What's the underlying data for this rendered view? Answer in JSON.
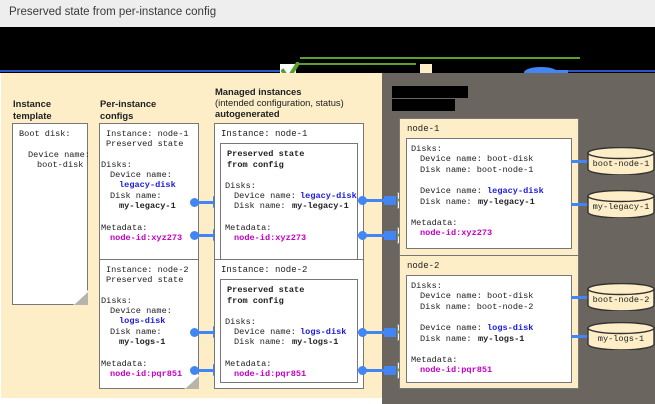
{
  "page": {
    "title": "Preserved state from per-instance config"
  },
  "legend": {
    "note": "legend labels are redacted (black bars) in the source image",
    "items": [
      {
        "marker": "green-check-icon",
        "label": ""
      },
      {
        "marker": "cream-swatch-icon",
        "label": ""
      },
      {
        "marker": "blue-disk-icon",
        "label": ""
      }
    ]
  },
  "columns": [
    {
      "id": "instance-template",
      "heading": "Instance\ntemplate",
      "redacted": false
    },
    {
      "id": "per-instance-configs",
      "heading": "Per-instance\nconfigs",
      "redacted": false
    },
    {
      "id": "managed-instances",
      "heading": "Managed instances",
      "sub": "(intended configuration, status)",
      "heading2": "autogenerated",
      "redacted": false
    },
    {
      "id": "running-instances",
      "heading": "                             ",
      "sub": "                        ",
      "redacted": true
    }
  ],
  "instance_template": {
    "line1": "Boot disk:",
    "line2": "Device name:",
    "line3": "boot-disk"
  },
  "per_instance_configs": [
    {
      "instance": "Instance: node-1",
      "preserved": "Preserved state",
      "disks_label": "Disks:",
      "device_name_label": "Device name:",
      "device_name_value": "legacy-disk",
      "disk_name_label": "Disk name:",
      "disk_name_value": "my-legacy-1",
      "metadata_label": "Metadata:",
      "metadata_value": "node-id:xyz273"
    },
    {
      "instance": "Instance: node-2",
      "preserved": "Preserved state",
      "disks_label": "Disks:",
      "device_name_label": "Device name:",
      "device_name_value": "logs-disk",
      "disk_name_label": "Disk name:",
      "disk_name_value": "my-logs-1",
      "metadata_label": "Metadata:",
      "metadata_value": "node-id:pqr851"
    }
  ],
  "managed_instances": [
    {
      "instance": "Instance: node-1",
      "preserved_l1": "Preserved state",
      "preserved_l2": "from config",
      "disks_label": "Disks:",
      "device_name_label": "Device name:",
      "device_name_value": "legacy-disk",
      "disk_name_label": "Disk name:",
      "disk_name_value": "my-legacy-1",
      "metadata_label": "Metadata:",
      "metadata_value": "node-id:xyz273"
    },
    {
      "instance": "Instance: node-2",
      "preserved_l1": "Preserved state",
      "preserved_l2": "from config",
      "disks_label": "Disks:",
      "device_name_label": "Device name:",
      "device_name_value": "logs-disk",
      "disk_name_label": "Disk name:",
      "disk_name_value": "my-logs-1",
      "metadata_label": "Metadata:",
      "metadata_value": "node-id:pqr851"
    }
  ],
  "running_instances": [
    {
      "node": "node-1",
      "disks_label": "Disks:",
      "boot_device_name": "Device name: boot-disk",
      "boot_disk_name": "Disk name: boot-node-1",
      "extra_device_name_label": "Device name:",
      "extra_device_name_value": "legacy-disk",
      "extra_disk_name_label": "Disk name:",
      "extra_disk_name_value": "my-legacy-1",
      "metadata_label": "Metadata:",
      "metadata_value": "node-id:xyz273",
      "disks": [
        "boot-node-1",
        "my-legacy-1"
      ]
    },
    {
      "node": "node-2",
      "disks_label": "Disks:",
      "boot_device_name": "Device name: boot-disk",
      "boot_disk_name": "Disk name: boot-node-2",
      "extra_device_name_label": "Device name:",
      "extra_device_name_value": "logs-disk",
      "extra_disk_name_label": "Disk name:",
      "extra_disk_name_value": "my-logs-1",
      "metadata_label": "Metadata:",
      "metadata_value": "node-id:pqr851",
      "disks": [
        "boot-node-2",
        "my-logs-1"
      ]
    }
  ],
  "colors": {
    "panel_cream": "#fdeec7",
    "panel_gray": "#6a665f",
    "accent_blue": "#1a1ae0",
    "accent_purple": "#c400c4",
    "connector_blue": "#4285f4",
    "check_green": "#5aa02c",
    "title_bar": "#eeeeee"
  }
}
